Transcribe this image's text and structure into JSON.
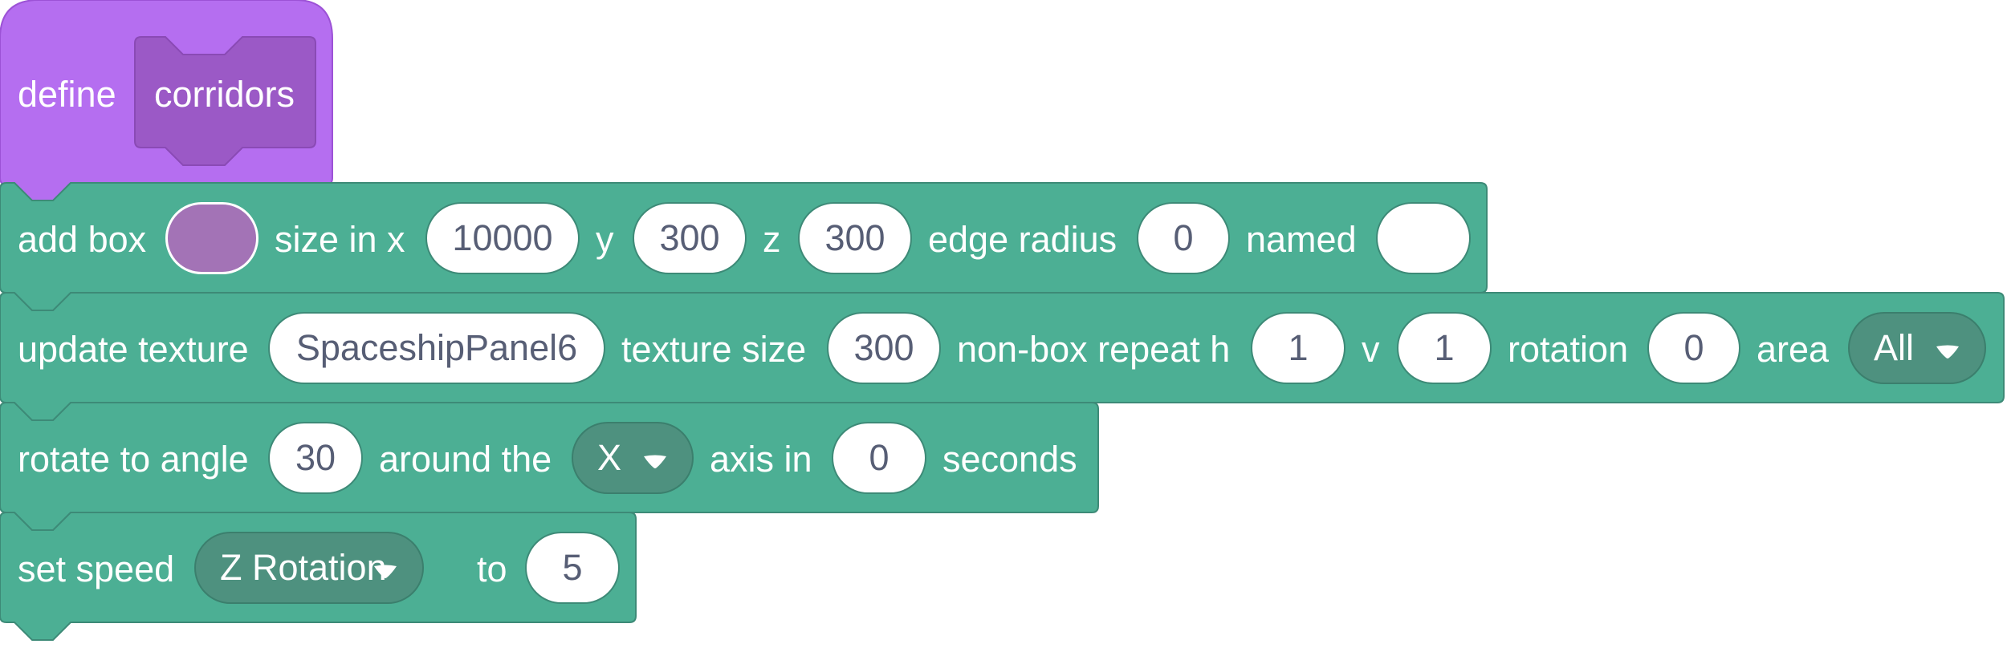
{
  "colors": {
    "define_block": "#b56ef0",
    "define_border": "#9c52d6",
    "prototype_block": "#9b59c6",
    "action_block": "#4caf94",
    "action_border": "#3d8a77",
    "swatch": "#a373b6",
    "field_text": "#575e75"
  },
  "define": {
    "label": "define",
    "name": "corridors"
  },
  "add_box": {
    "label": "add box",
    "size_label": "size in x",
    "x_value": "10000",
    "y_label": "y",
    "y_value": "300",
    "z_label": "z",
    "z_value": "300",
    "edge_label": "edge radius",
    "edge_value": "0",
    "named_label": "named",
    "named_value": ""
  },
  "update_texture": {
    "label": "update texture",
    "texture_value": "SpaceshipPanel6",
    "size_label": "texture size",
    "size_value": "300",
    "repeat_h_label": "non-box repeat h",
    "h_value": "1",
    "v_label": "v",
    "v_value": "1",
    "rotation_label": "rotation",
    "rotation_value": "0",
    "area_label": "area",
    "area_value": "All"
  },
  "rotate": {
    "label": "rotate to angle",
    "angle_value": "30",
    "around_label": "around the",
    "axis_value": "X",
    "axis_in_label": "axis in",
    "seconds_value": "0",
    "seconds_label": "seconds"
  },
  "set_speed": {
    "label": "set speed",
    "property_value": "Z Rotation",
    "to_label": "to",
    "speed_value": "5"
  }
}
